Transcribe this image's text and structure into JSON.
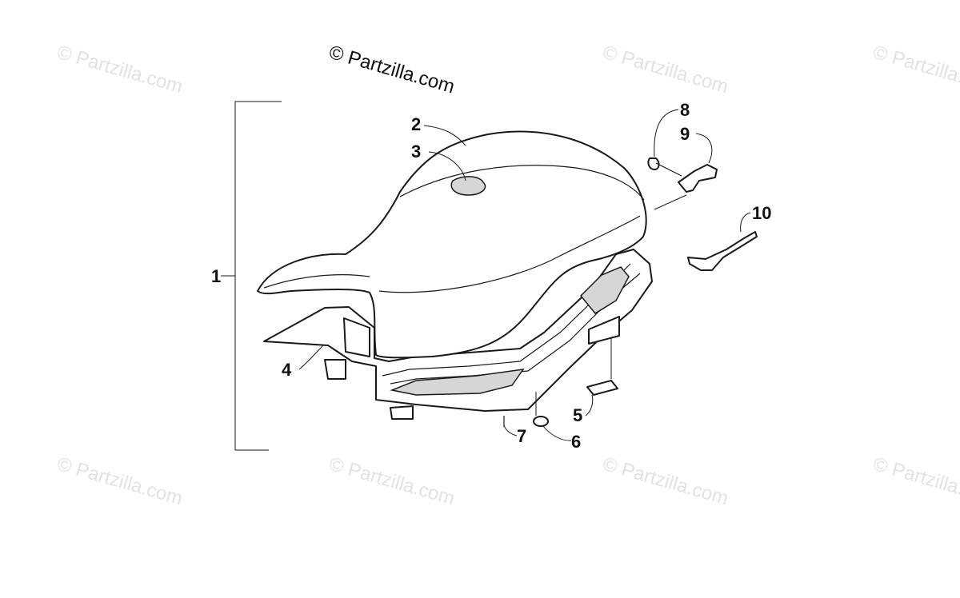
{
  "copyright": "© Partzilla.com",
  "watermark": "© Partzilla.com",
  "callouts": {
    "c1": "1",
    "c2": "2",
    "c3": "3",
    "c4": "4",
    "c5": "5",
    "c6": "6",
    "c7": "7",
    "c8": "8",
    "c9": "9",
    "c10": "10"
  }
}
